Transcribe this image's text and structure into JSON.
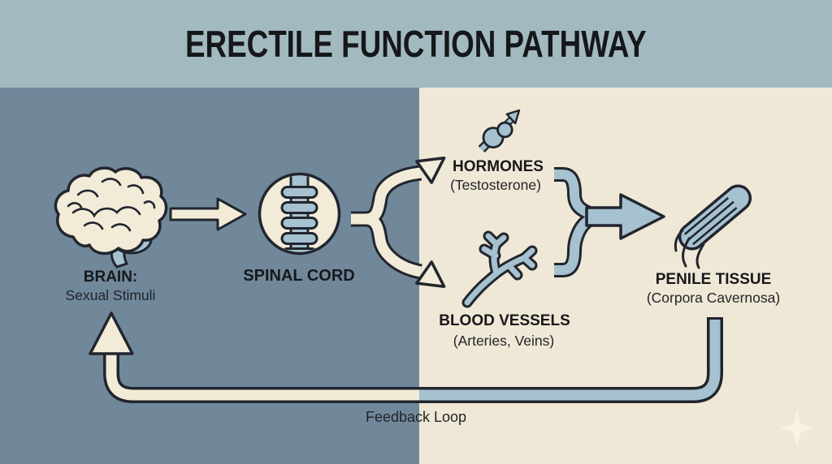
{
  "title": "ERECTILE FUNCTION PATHWAY",
  "nodes": {
    "brain": {
      "label": "BRAIN:",
      "sublabel": "Sexual Stimuli",
      "icon": "brain-icon"
    },
    "spinal": {
      "label": "SPINAL CORD",
      "sublabel": "",
      "icon": "spinal-cord-icon"
    },
    "hormones": {
      "label": "HORMONES",
      "sublabel": "(Testosterone)",
      "icon": "hormone-molecule-icon"
    },
    "vessels": {
      "label": "BLOOD VESSELS",
      "sublabel": "(Arteries, Veins)",
      "icon": "blood-vessels-icon"
    },
    "penile": {
      "label": "PENILE TISSUE",
      "sublabel": "(Corpora Cavernosa)",
      "icon": "penile-tissue-icon"
    }
  },
  "feedback_label": "Feedback Loop",
  "edges": [
    {
      "from": "brain",
      "to": "spinal"
    },
    {
      "from": "spinal",
      "to": "hormones"
    },
    {
      "from": "spinal",
      "to": "vessels"
    },
    {
      "from": "hormones",
      "to": "penile"
    },
    {
      "from": "vessels",
      "to": "penile"
    },
    {
      "from": "penile",
      "to": "brain",
      "label": "Feedback Loop"
    }
  ],
  "colors": {
    "header_bg": "#a3b9c0",
    "left_panel_bg": "#71889b",
    "right_panel_bg": "#f0e8d6",
    "cream_fill": "#f2ebd8",
    "blue_fill": "#a6c1cf",
    "outline": "#21252e",
    "text": "#17181c"
  }
}
